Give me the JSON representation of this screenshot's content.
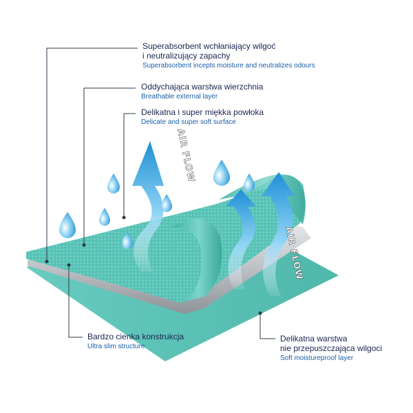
{
  "labels": {
    "superabsorbent": {
      "pl_line1": "Superabsorbent wchłaniający wilgoć",
      "pl_line2": "i neutralizujący zapachy",
      "en": "Superabsorbent incepts moisture and neutralizes odours"
    },
    "breathable": {
      "pl": "Oddychająca warstwa wierzchnia",
      "en": "Breathable external layer"
    },
    "soft_surface": {
      "pl": "Delikatna i super miękka powłoka",
      "en": "Delicate and super soft surface"
    },
    "ultra_slim": {
      "pl": "Bardzo cienka konstrukcja",
      "en": "Ultra slim structure"
    },
    "moistureproof": {
      "pl_line1": "Delikatna warstwa",
      "pl_line2": "nie przepuszczająca wilgoci",
      "en": "Soft moistureproof layer"
    }
  },
  "airflow_text": "AIR FLOW",
  "colors": {
    "teal_layer": "#5cc5b8",
    "teal_dark": "#2e9f93",
    "silver_core": "#c8cbcf",
    "arrow_blue": "#2f9fe0",
    "leader_line": "#2d3a4a",
    "pl_text": "#1a2550",
    "en_text": "#1a5fa8"
  }
}
